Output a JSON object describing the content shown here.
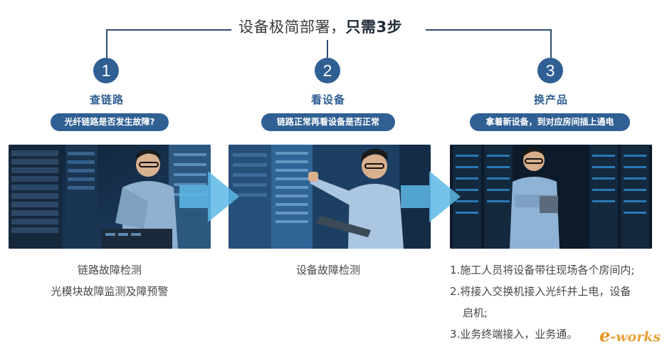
{
  "header": {
    "title_prefix": "设备极简部署，",
    "title_bold": "只需3步"
  },
  "steps": [
    {
      "number": "1",
      "title": "查链路",
      "question": "光纤链路是否发生故障?",
      "caption_lines": [
        "链路故障检测",
        "光模块故障监测及障预警"
      ]
    },
    {
      "number": "2",
      "title": "看设备",
      "question": "链路正常再看设备是否正常",
      "caption_lines": [
        "设备故障检测"
      ]
    },
    {
      "number": "3",
      "title": "换产品",
      "question": "拿着新设备，到对应房间插上通电",
      "caption_lines": [
        "1.施工人员将设备带往现场各个房间内;",
        "2.将接入交换机接入光纤并上电，设备",
        "启机;",
        "3.业务终端接入，业务通。"
      ]
    }
  ],
  "watermark": {
    "e": "e",
    "rest": "-works"
  },
  "colors": {
    "accent": "#2f5f93",
    "line": "#2e4d70",
    "arrow": "#5db8e6"
  },
  "icons": [
    "technician-photo",
    "server-rack-photo",
    "flow-arrow-icon"
  ]
}
